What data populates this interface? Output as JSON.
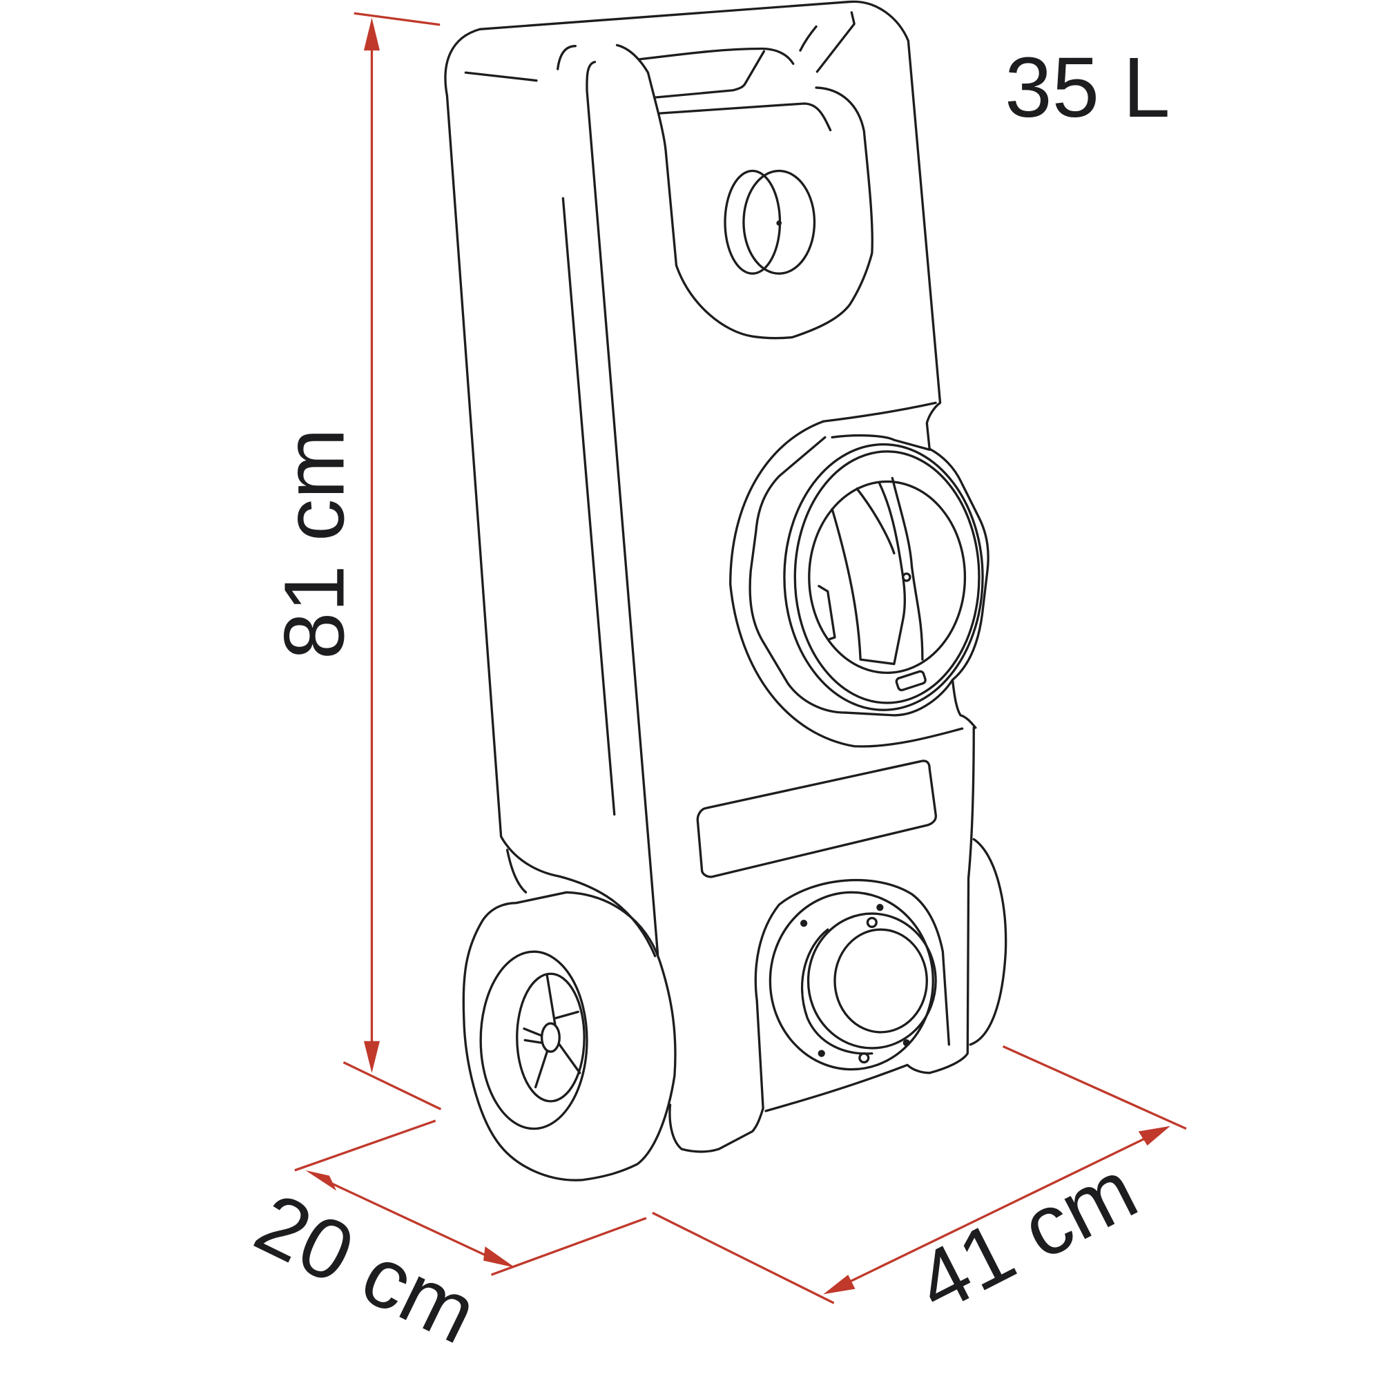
{
  "product": {
    "capacity": "35 L"
  },
  "dimensions": {
    "height": "81 cm",
    "depth": "20 cm",
    "width": "41 cm"
  },
  "colors": {
    "outline": "#1d1d1f",
    "dimension_line": "#c0392b"
  }
}
